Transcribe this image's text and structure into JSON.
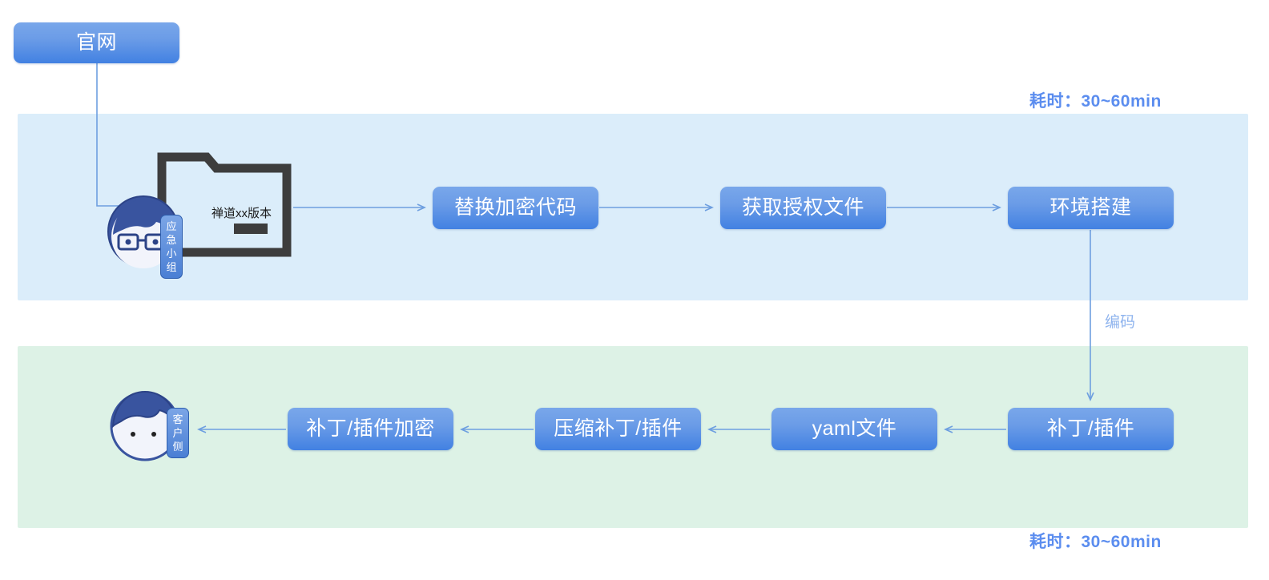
{
  "diagram": {
    "title_nodes": {
      "official_site": "官网",
      "replace_code": "替换加密代码",
      "get_license": "获取授权文件",
      "env_setup": "环境搭建",
      "patch_plugin": "补丁/插件",
      "yaml_file": "yaml文件",
      "compress_patch": "压缩补丁/插件",
      "encrypt_patch": "补丁/插件加密"
    },
    "folder": {
      "label": "禅道xx版本",
      "icon": "folder-icon"
    },
    "actors": {
      "team": {
        "badge": "应急小组",
        "avatar": "avatar-emergency-team"
      },
      "client": {
        "badge": "客户侧",
        "avatar": "avatar-client"
      }
    },
    "lanes": [
      {
        "id": "lane-top",
        "color": "#dbedfa",
        "timing": "耗时：30~60min"
      },
      {
        "id": "lane-bottom",
        "color": "#ddf2e6",
        "timing": "耗时：30~60min"
      }
    ],
    "edge_labels": {
      "encode": "编码"
    },
    "colors": {
      "node_fill_top": "#79a7ea",
      "node_fill_bottom": "#4281e2",
      "edge": "#6e9fe0",
      "lane_top": "#dbedfa",
      "lane_bottom": "#ddf2e6",
      "timing_text": "#5b8def",
      "edge_label_text": "#8fb4ee",
      "folder_outline": "#3d3d3d",
      "avatar_hair": "#39549f"
    }
  }
}
